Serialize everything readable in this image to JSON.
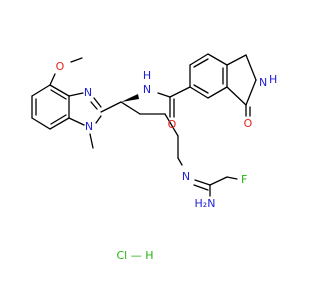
{
  "colors": {
    "background": "#ffffff",
    "bond": "#000000",
    "N": "#1f1fd6",
    "O": "#e8221b",
    "F": "#25b40f",
    "Cl": "#25b40f",
    "C": "#000000"
  },
  "labels": {
    "O_methoxy": "O",
    "N_benzimidazole_imine": "N",
    "N_benzimidazole_methyl": "N",
    "NH_amide": "N",
    "H_amide": "H",
    "O_amide": "O",
    "NH_lactam": "N",
    "H_lactam": "H",
    "O_lactam": "O",
    "N_amidine_imine": "N",
    "NH2_amidine": "H₂N",
    "F": "F",
    "HCl": "Cl — H"
  }
}
